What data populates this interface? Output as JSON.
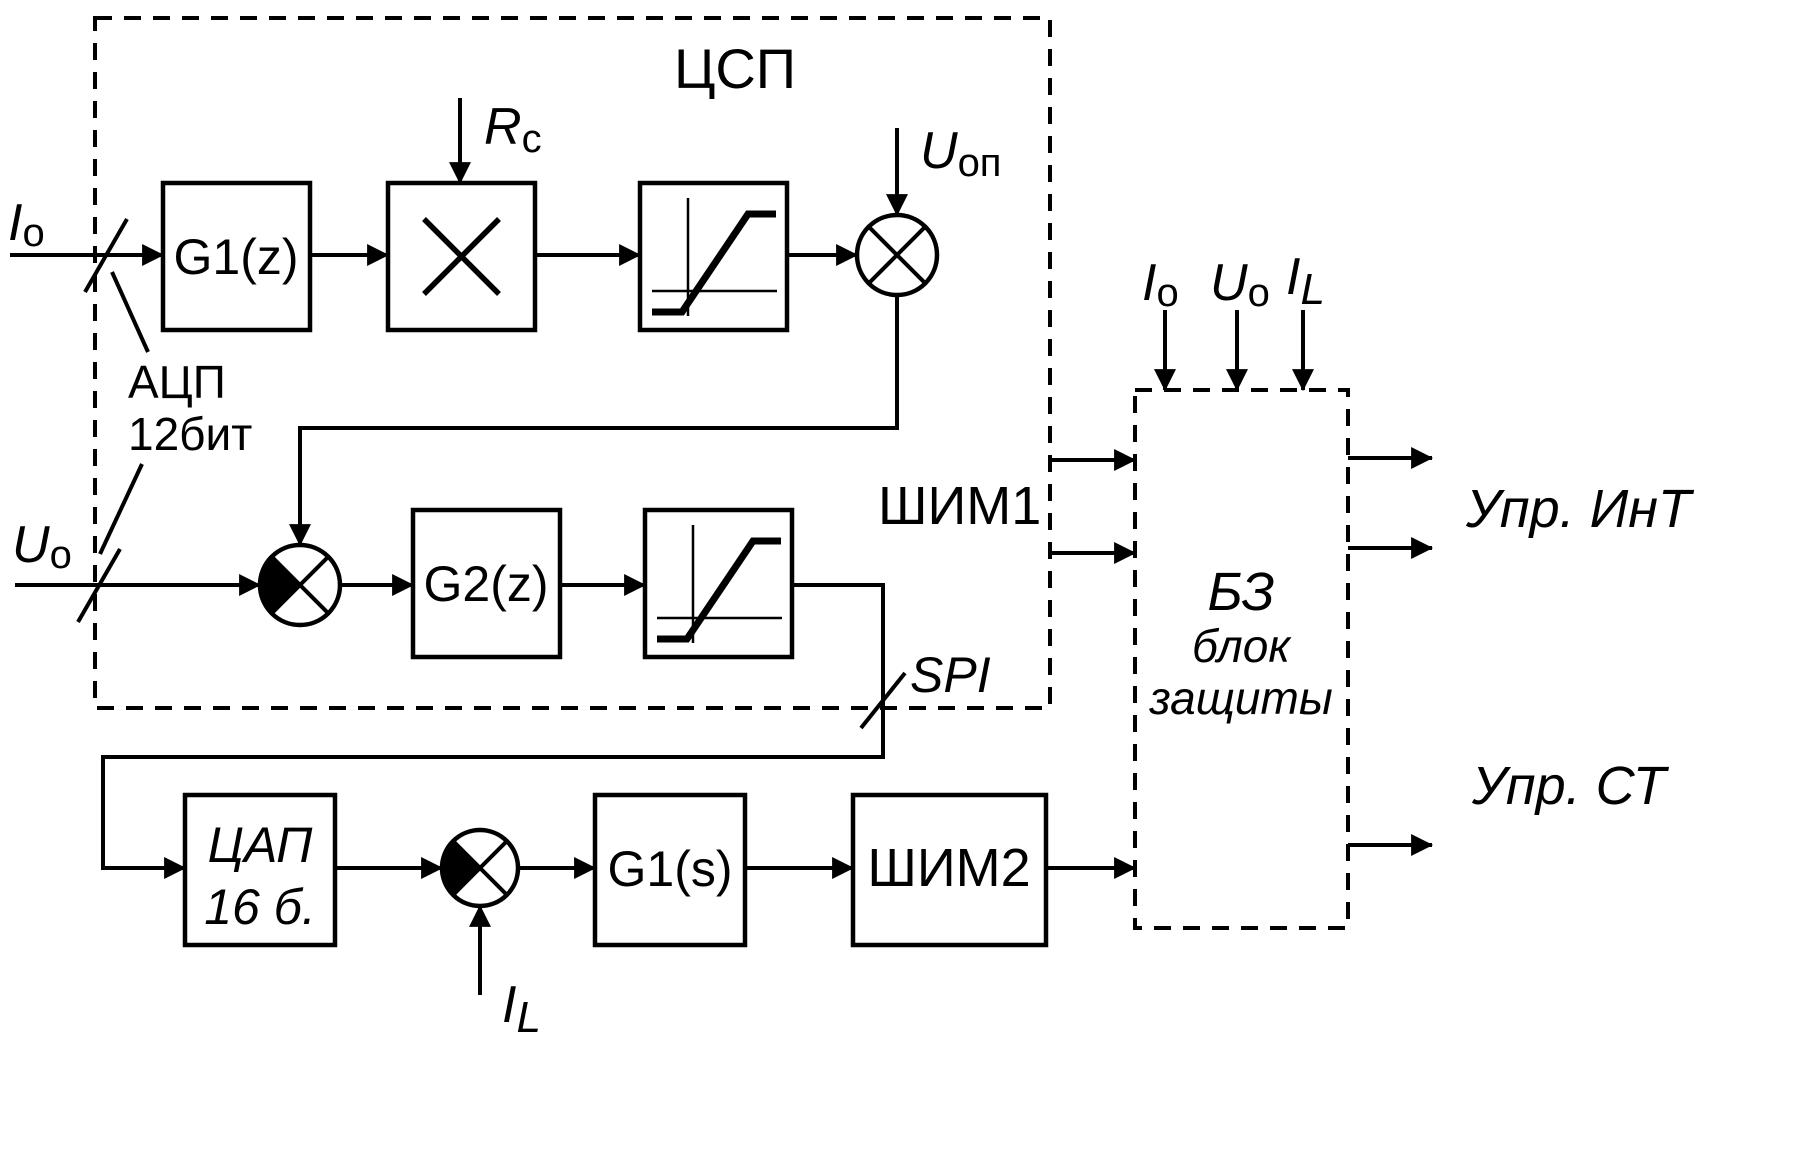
{
  "colors": {
    "line": "#000000",
    "background": "#ffffff"
  },
  "labels": {
    "dsp": "ЦСП",
    "pwm1": "ШИМ1",
    "spi": "SPI",
    "adc_line1": "АЦП",
    "adc_line2": "12бит",
    "ctrl_int": "Упр. ИнТ",
    "ctrl_st": "Упр. СТ"
  },
  "blocks": {
    "g1z": "G1(z)",
    "g2z": "G2(z)",
    "g1s": "G1(s)",
    "pwm2": "ШИМ2",
    "dac_line1": "ЦАП",
    "dac_line2": "16 б.",
    "bz_line1": "БЗ",
    "bz_line2": "блок",
    "bz_line3": "защиты"
  },
  "signals": {
    "io": {
      "main": "I",
      "sub": "о"
    },
    "uo": {
      "main": "U",
      "sub": "о"
    },
    "rc": {
      "main": "R",
      "sub": "c"
    },
    "uop": {
      "main": "U",
      "sub": "оп"
    },
    "il": {
      "main": "I",
      "sub": "L"
    }
  }
}
